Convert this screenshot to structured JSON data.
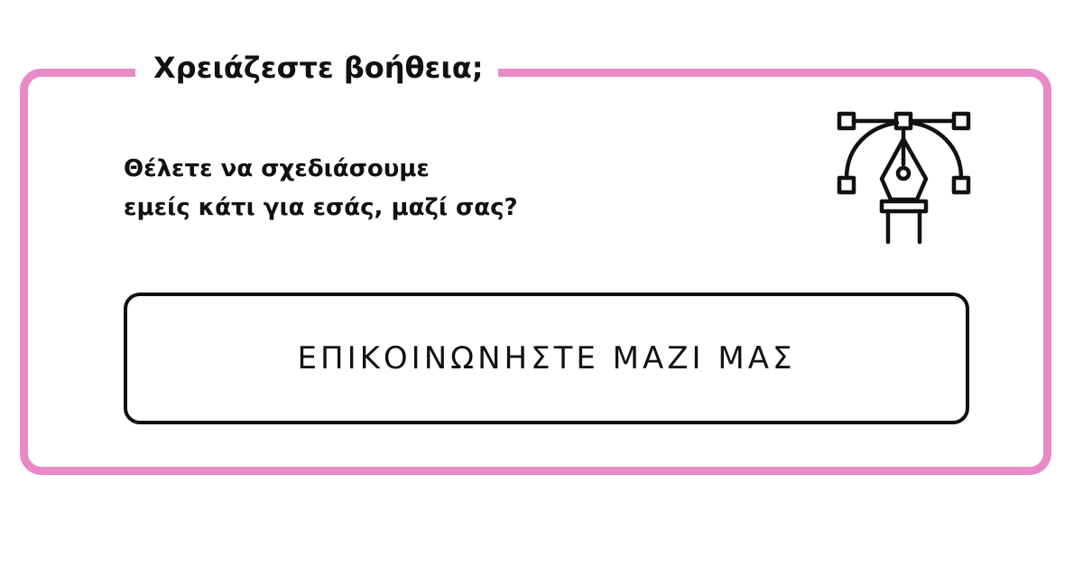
{
  "card": {
    "title": "Χρειάζεστε βοήθεια;",
    "question_line1": "Θέλετε να σχεδιάσουμε",
    "question_line2": "εμείς κάτι για εσάς, μαζί σας?",
    "icon": "pen-tool-bezier-icon",
    "cta_label": "ΕΠΙΚΟΙΝΩΝΗΣΤΕ ΜΑΖΙ ΜΑΣ"
  },
  "colors": {
    "border_accent": "#e88ac6",
    "text": "#111111",
    "background": "#ffffff"
  }
}
